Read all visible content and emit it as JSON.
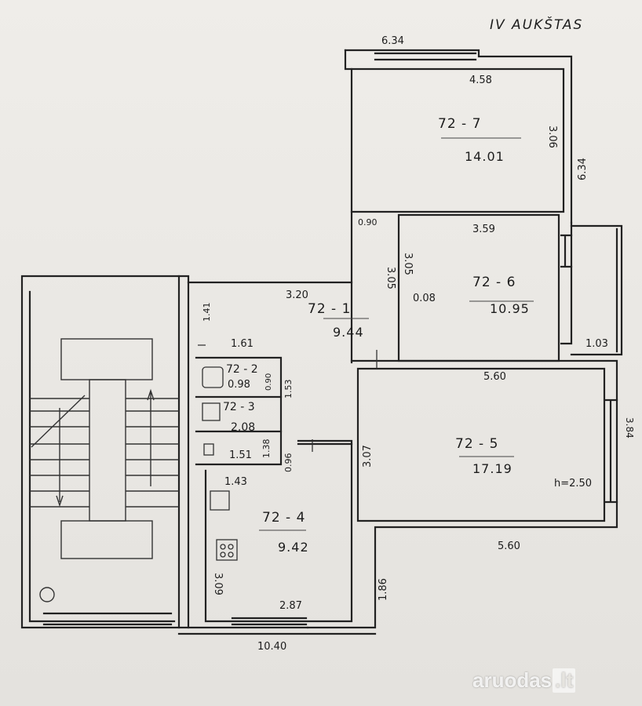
{
  "floor_title": "IV AUKŠTAS",
  "watermark": {
    "text": "aruodas",
    "suffix": ".lt"
  },
  "rooms": [
    {
      "id": "72 - 7",
      "area": "14.01"
    },
    {
      "id": "72 - 6",
      "area": "10.95"
    },
    {
      "id": "72 - 1",
      "area": "9.44"
    },
    {
      "id": "72 - 2",
      "area": "0.98"
    },
    {
      "id": "72 - 3",
      "area": "2.08"
    },
    {
      "id": "72 - 4",
      "area": "9.42"
    },
    {
      "id": "72 - 5",
      "area": "17.19"
    }
  ],
  "dimensions": {
    "top_width": "6.34",
    "room7_width": "4.58",
    "room7_height": "3.06",
    "right_height": "6.34",
    "corridor_notch": "0.90",
    "room6_width": "3.59",
    "room6_height_a": "3.05",
    "room6_height_b": "3.05",
    "room6_inner": "0.08",
    "corridor_width": "3.20",
    "wc_label": "1.41",
    "bath_width": "1.61",
    "wc_depth": "0.90",
    "bath_height": "1.53",
    "storage_width": "1.51",
    "storage_height": "1.38",
    "door_gap": "0.96",
    "kitchen_width": "1.43",
    "kitchen_height": "3.09",
    "kitchen_bottom": "2.87",
    "balcony_width": "1.03",
    "room5_width_top": "5.60",
    "room5_width_bottom": "5.60",
    "room5_height": "3.07",
    "room5_right": "3.84",
    "ceiling_height": "h=2.50",
    "lower_right": "1.86",
    "total_width": "10.40"
  }
}
